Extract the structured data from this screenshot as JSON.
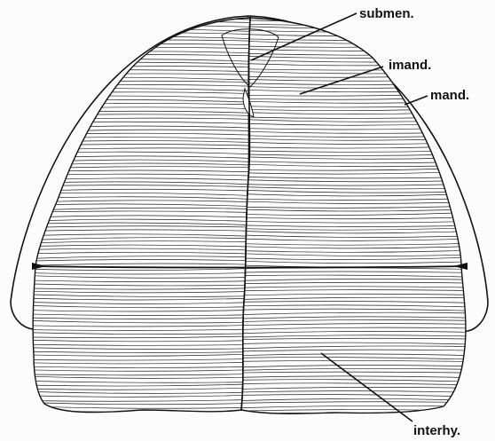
{
  "labels": {
    "submen": "submen.",
    "imand": "imand.",
    "mand": "mand.",
    "interhy": "interhy."
  },
  "colors": {
    "ink": "#111111",
    "paper": "#fcfcfc"
  }
}
